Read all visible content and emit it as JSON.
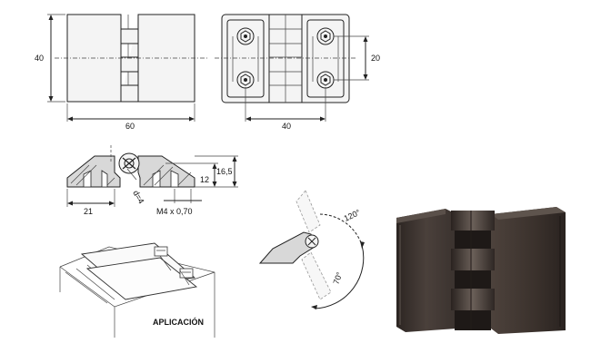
{
  "top_view": {
    "height_label": "40",
    "width_label": "60"
  },
  "back_view": {
    "hole_spacing_label": "20",
    "width_label": "40"
  },
  "section_view": {
    "height_label_total": "16,5",
    "height_label_inner": "12",
    "offset_label": "21",
    "thread_label": "M4 x 0,70",
    "diameter_label": "d=4"
  },
  "rotation_view": {
    "angle_upper": "120°",
    "angle_lower": "70°"
  },
  "application": {
    "caption": "APLICACIÓN"
  },
  "colors": {
    "line": "#222222",
    "product_dark": "#3a3330",
    "product_mid": "#5a504a"
  }
}
